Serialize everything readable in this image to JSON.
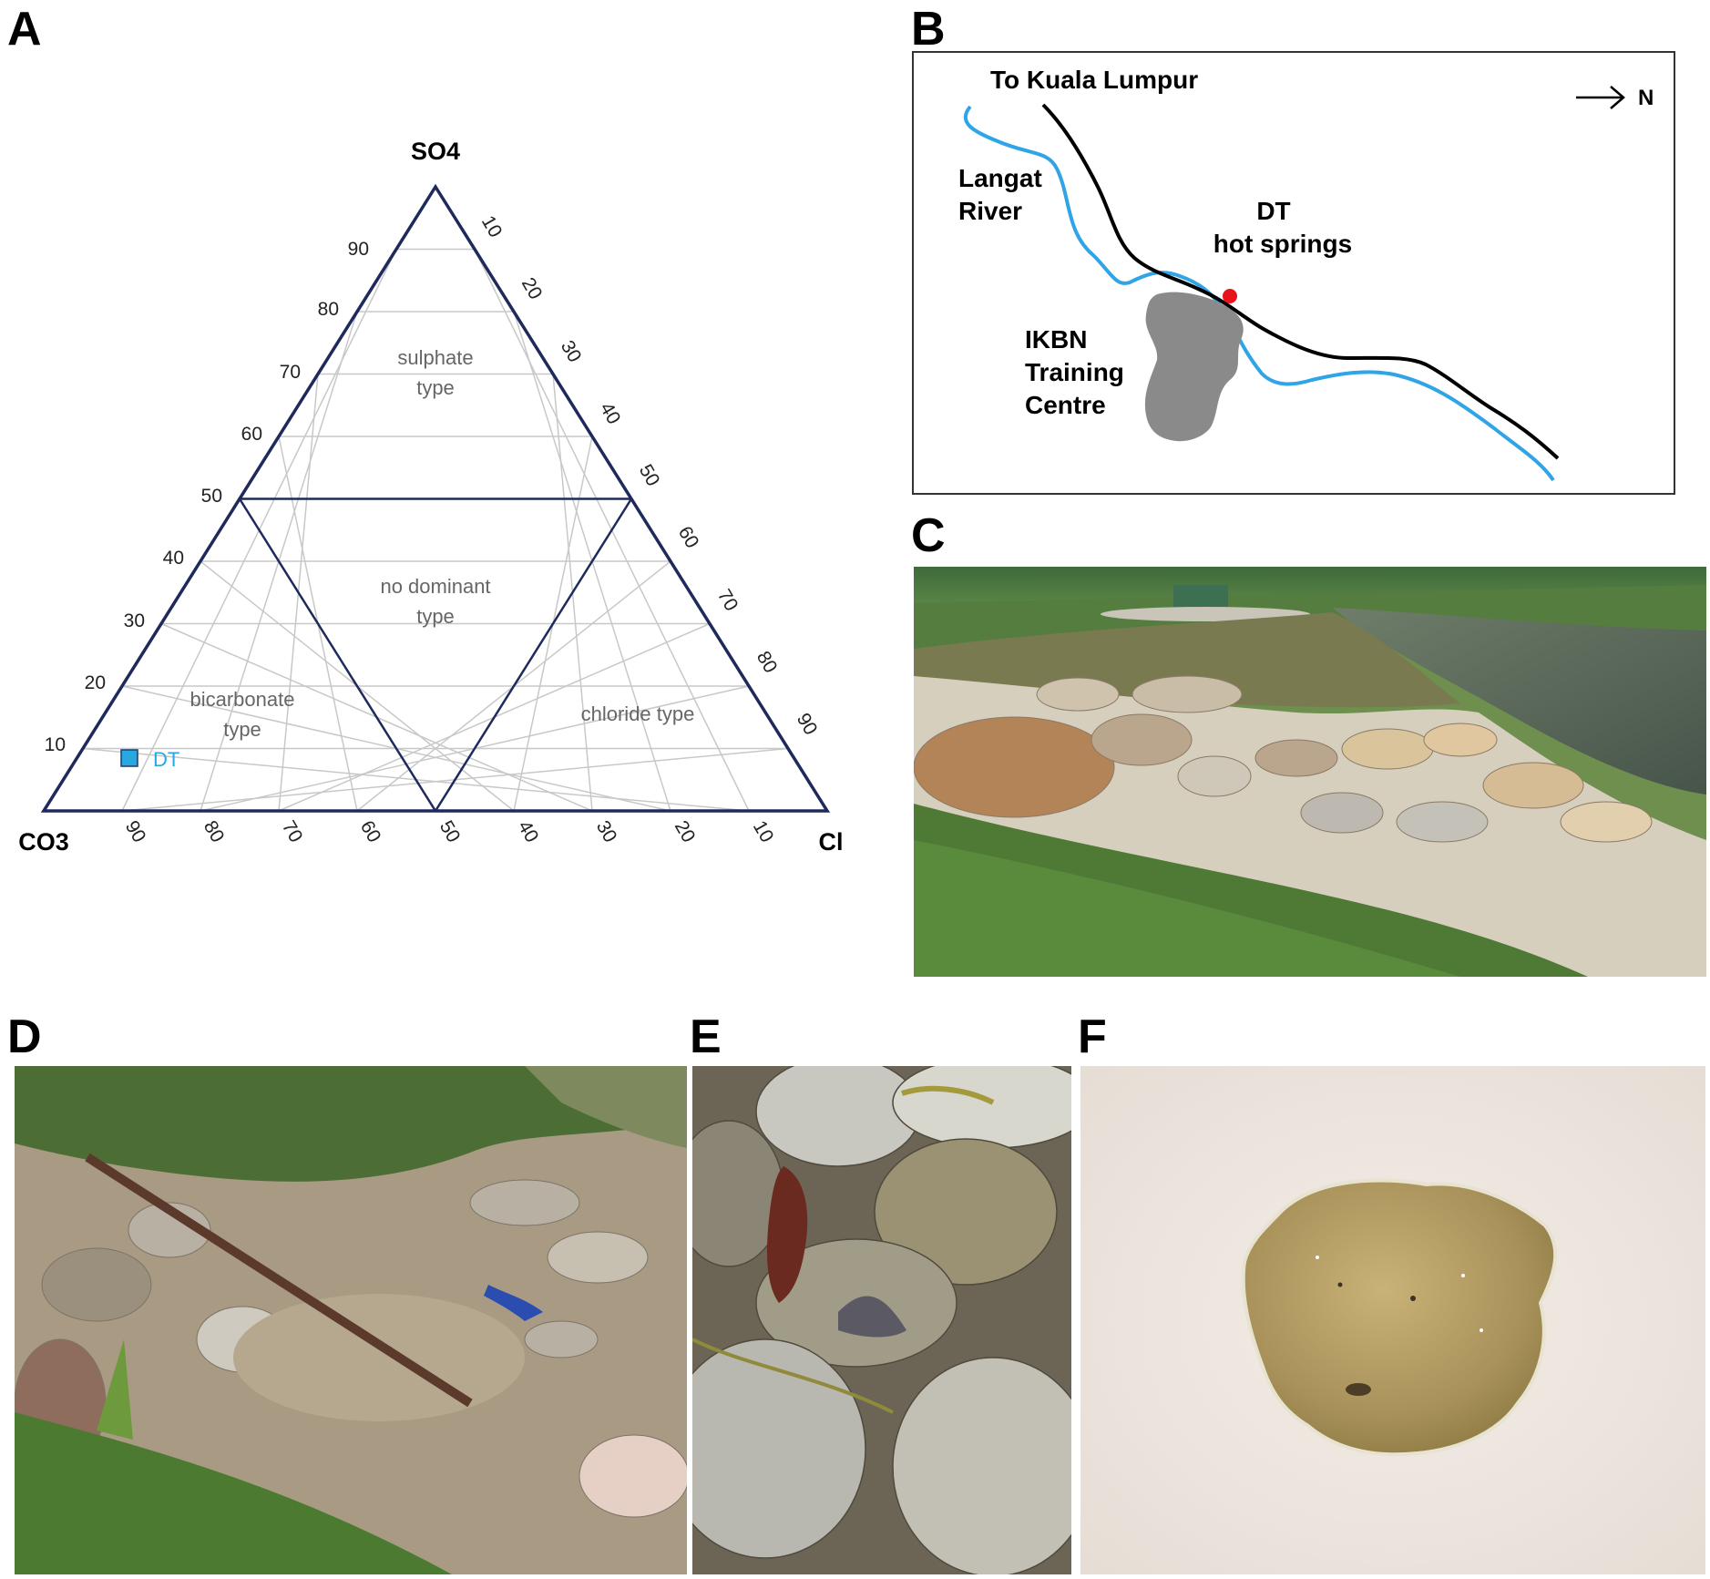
{
  "panels": {
    "a": "A",
    "b": "B",
    "c": "C",
    "d": "D",
    "e": "E",
    "f": "F"
  },
  "ternary": {
    "apex_top": "SO4",
    "apex_left": "CO3",
    "apex_right": "Cl",
    "left_ticks": [
      "90",
      "80",
      "70",
      "60",
      "50",
      "40",
      "30",
      "20",
      "10"
    ],
    "right_ticks": [
      "10",
      "20",
      "30",
      "40",
      "50",
      "60",
      "70",
      "80",
      "90"
    ],
    "bottom_ticks": [
      "90",
      "80",
      "70",
      "60",
      "50",
      "40",
      "30",
      "20",
      "10"
    ],
    "regions": {
      "sulphate_1": "sulphate",
      "sulphate_2": "type",
      "nodom_1": "no dominant",
      "nodom_2": "type",
      "bicarb_1": "bicarbonate",
      "bicarb_2": "type",
      "chloride": "chloride type"
    },
    "sample": {
      "label": "DT",
      "color": "#29a8e0"
    },
    "line_color": "#1f2a5c",
    "grid_color": "#c8c8c8"
  },
  "map": {
    "road_label": "To Kuala Lumpur",
    "north_label": "N",
    "river_1": "Langat",
    "river_2": "River",
    "site_1": "DT",
    "site_2": "hot springs",
    "centre_1": "IKBN",
    "centre_2": "Training",
    "centre_3": "Centre",
    "river_color": "#2fa4e7",
    "road_color": "#000000",
    "site_color": "#e8141b",
    "centre_color": "#8a8a8a"
  }
}
